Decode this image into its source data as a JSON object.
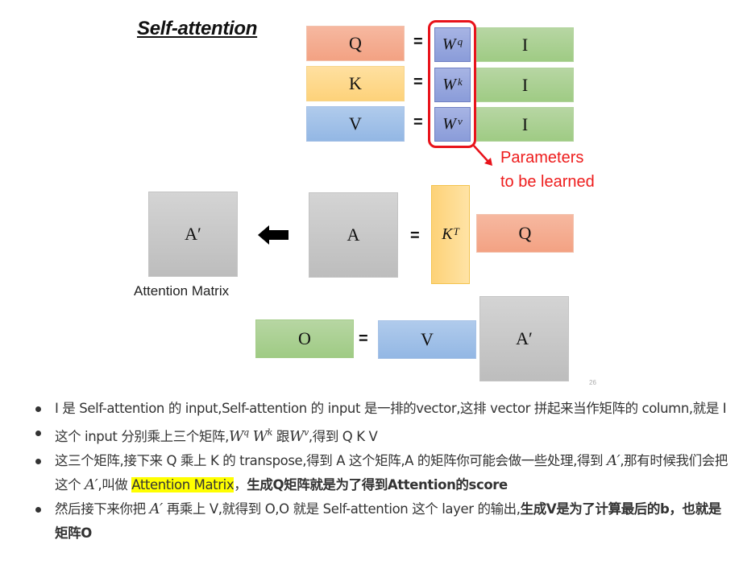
{
  "slide": {
    "title": "Self-attention",
    "rows": [
      {
        "lhs": "Q",
        "eq": "=",
        "weight": "W",
        "weight_sup": "q",
        "input": "I"
      },
      {
        "lhs": "K",
        "eq": "=",
        "weight": "W",
        "weight_sup": "k",
        "input": "I"
      },
      {
        "lhs": "V",
        "eq": "=",
        "weight": "W",
        "weight_sup": "v",
        "input": "I"
      }
    ],
    "params_label_line1": "Parameters",
    "params_label_line2": "to be learned",
    "attention": {
      "a_prime": "A′",
      "arrow": "left-arrow",
      "a": "A",
      "eq": "=",
      "kt": "K",
      "kt_sup": "T",
      "q": "Q",
      "label": "Attention Matrix"
    },
    "output": {
      "o": "O",
      "eq": "=",
      "v": "V",
      "a_prime": "A′"
    },
    "page_number": "26",
    "colors": {
      "q": "#f4a98c",
      "k": "#fed88a",
      "v": "#a2c0e8",
      "i": "#abd194",
      "w": "#97a7dd",
      "gray": "#c8c8c8",
      "highlight_frame": "#e8131b",
      "params_text": "#ee1c1c"
    }
  },
  "notes": {
    "items": [
      {
        "text": "I 是 Self-attention 的 input,Self-attention 的 input 是一排的vector,这排 vector 拼起来当作矩阵的 column,就是 I"
      },
      {
        "prefix": "这个 input 分别乘上三个矩阵,",
        "m1": "W",
        "m1_sup": "q",
        "m2": "W",
        "m2_sup": "k",
        "mid": " 跟",
        "m3": "W",
        "m3_sup": "v",
        "suffix": ",得到 Q K V"
      },
      {
        "prefix": "这三个矩阵,接下来 Q 乘上 K 的 transpose,得到 A 这个矩阵,A 的矩阵你可能会做一些处理,得到 ",
        "m1": "A′",
        "mid": ",那有时候我们会把这个 ",
        "m2": "A′",
        "mid2": ",叫做 ",
        "highlight": "Attention Matrix",
        "mid3": "，",
        "bold": "生成Q矩阵就是为了得到Attention的score"
      },
      {
        "prefix": "然后接下来你把 ",
        "m1": "A′",
        "mid": " 再乘上 V,就得到 O,O 就是 Self-attention 这个 layer 的输出,",
        "bold": "生成V是为了计算最后的b，也就是矩阵O"
      }
    ]
  }
}
